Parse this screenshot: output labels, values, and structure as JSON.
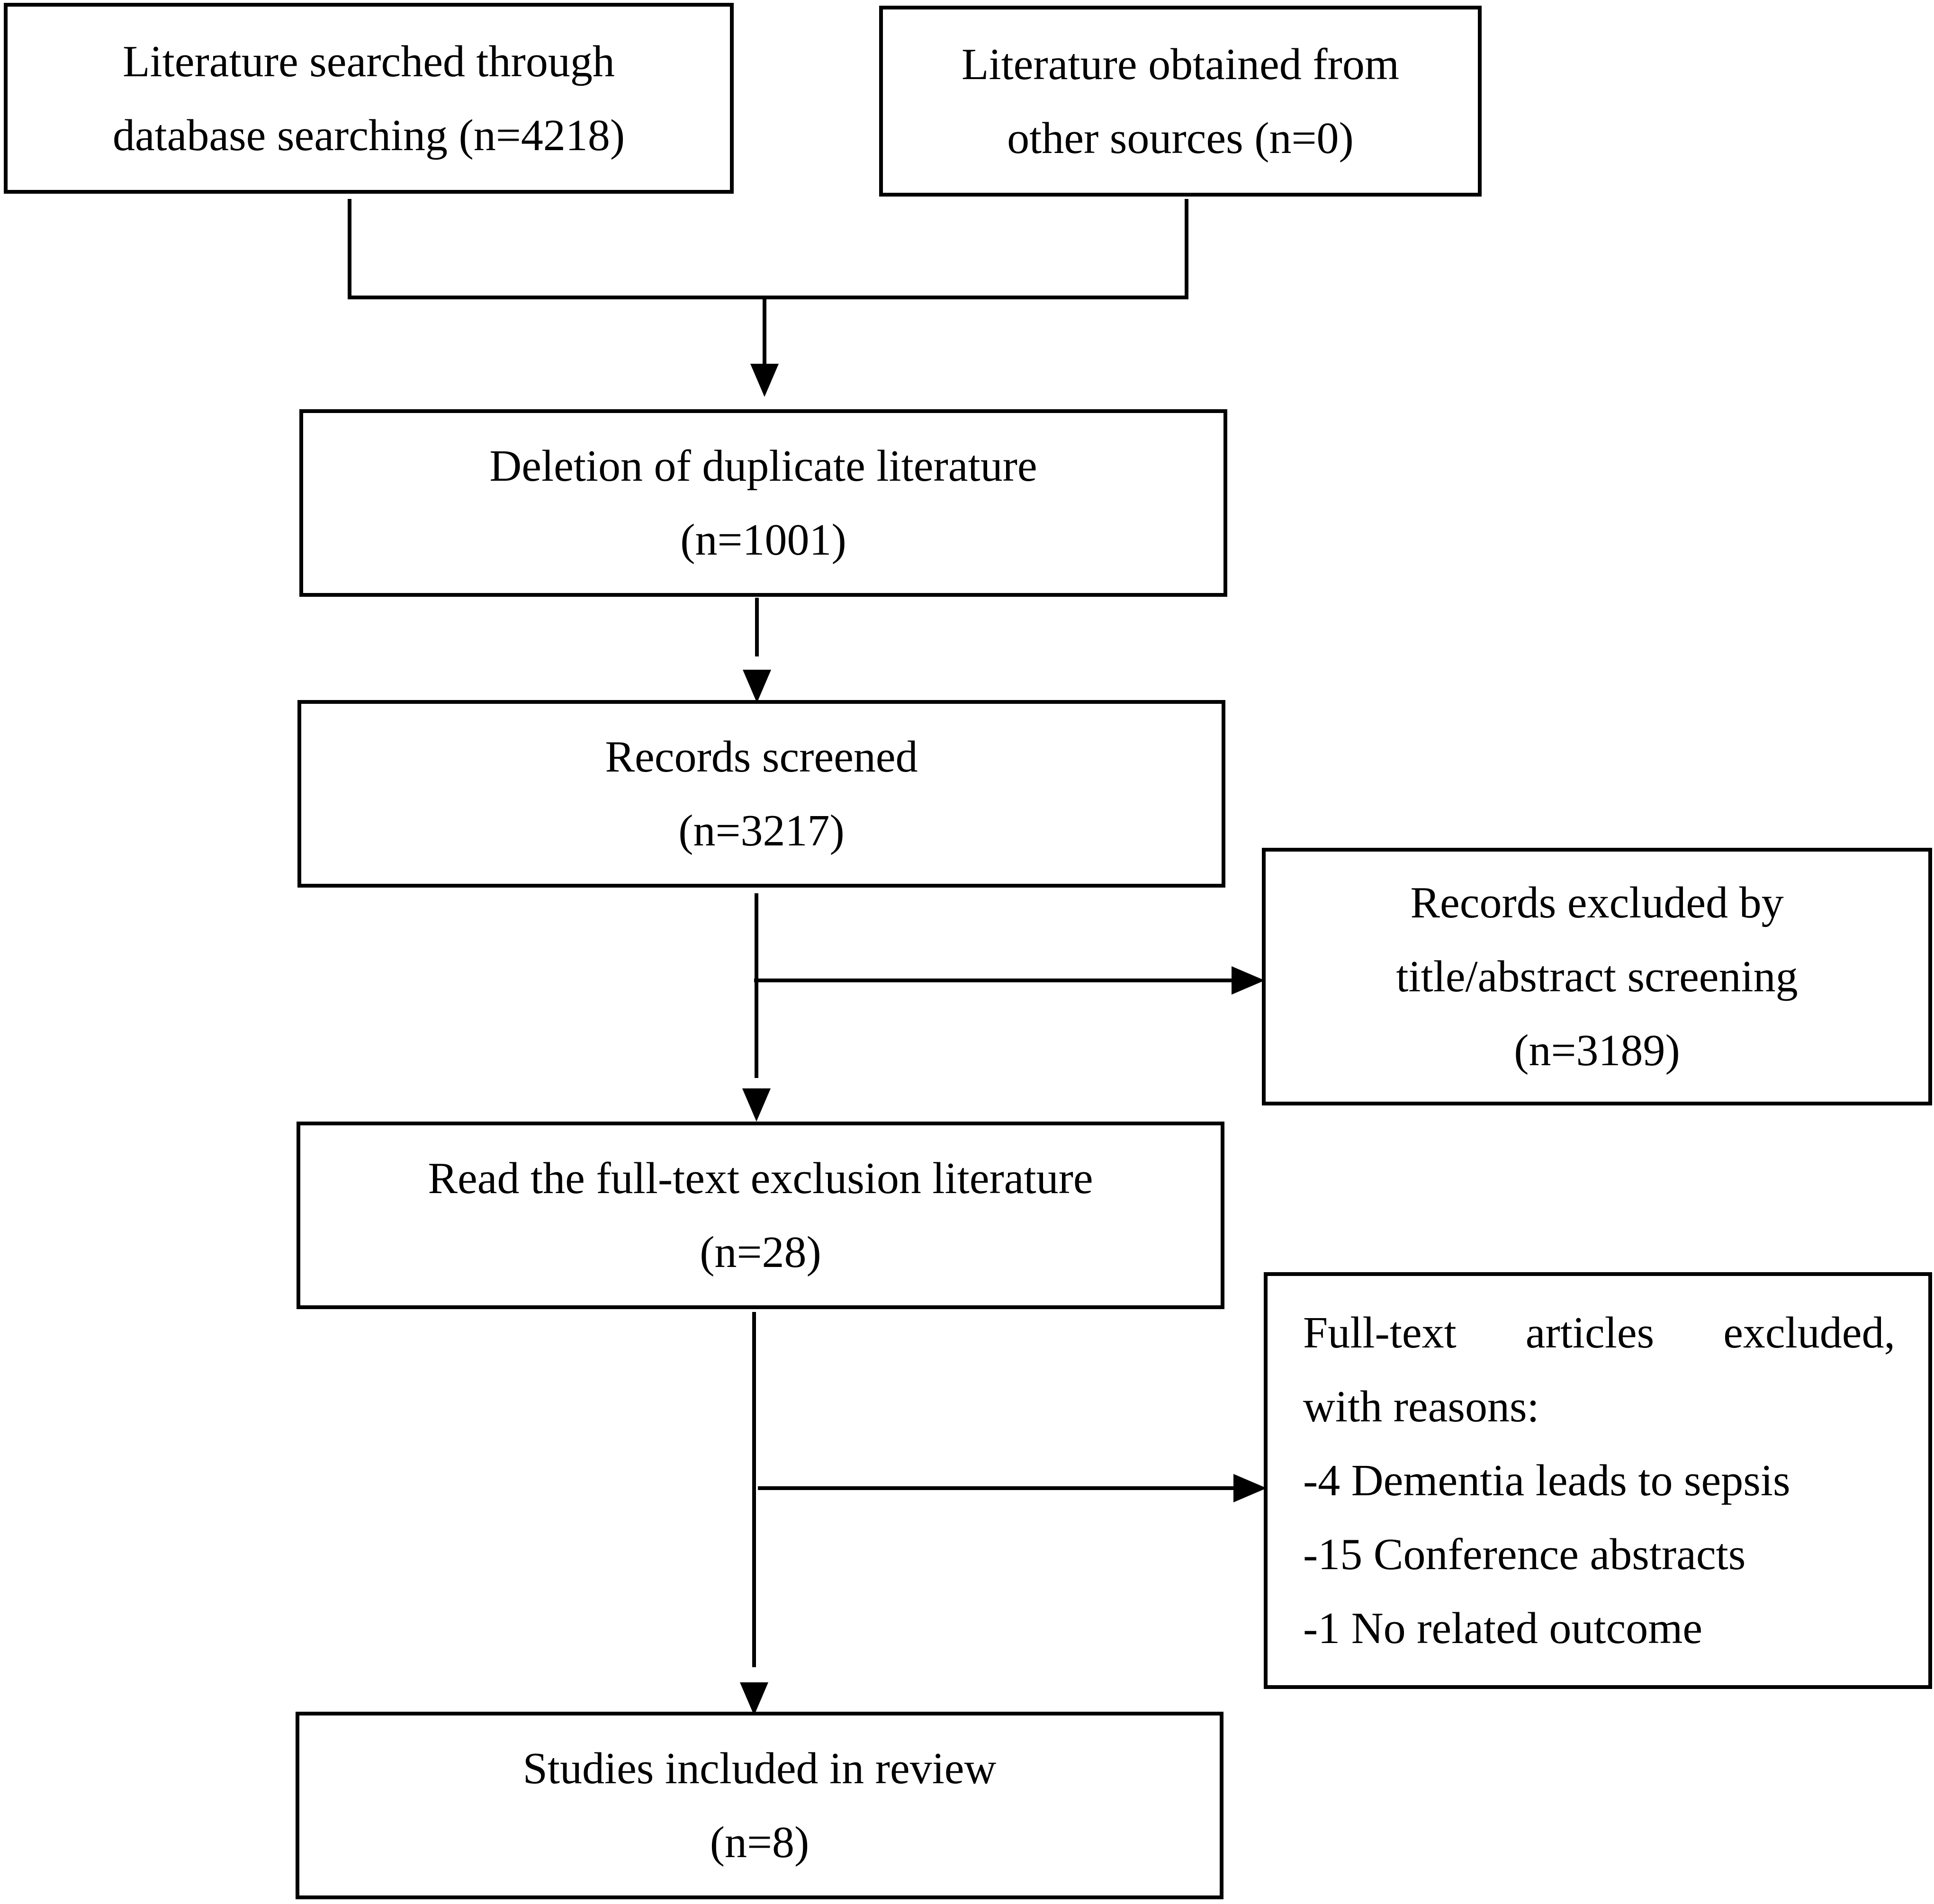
{
  "boxes": {
    "database_search": {
      "lines": [
        "Literature searched through",
        "database searching (n=4218)"
      ]
    },
    "other_sources": {
      "lines": [
        "Literature obtained from",
        "other sources (n=0)"
      ]
    },
    "duplicates_deleted": {
      "lines": [
        "Deletion of duplicate literature",
        "(n=1001)"
      ]
    },
    "records_screened": {
      "lines": [
        "Records screened",
        "(n=3217)"
      ]
    },
    "records_excluded": {
      "lines": [
        "Records excluded by",
        "title/abstract screening",
        "(n=3189)"
      ]
    },
    "full_text_read": {
      "lines": [
        "Read the full-text exclusion literature",
        "(n=28)"
      ]
    },
    "full_text_excluded": {
      "lines": [
        "Full-text articles excluded,",
        "with reasons:",
        "-4 Dementia leads to sepsis",
        "-15 Conference abstracts",
        "-1 No related outcome"
      ]
    },
    "studies_included": {
      "lines": [
        "Studies included in review",
        "(n=8)"
      ]
    }
  },
  "colors": {
    "stroke": "#000000",
    "background": "#ffffff"
  }
}
